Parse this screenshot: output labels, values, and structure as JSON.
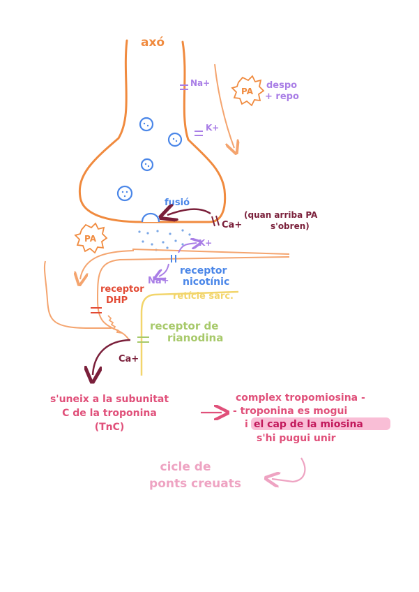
{
  "labels": {
    "axo": "axó",
    "na_channel": "Na+",
    "pa_axon": "PA",
    "despo_line1": "despo",
    "despo_line2": "+ repo",
    "k_channel": "K+",
    "fusio": "fusió",
    "ca_channel": "Ca+",
    "ca_note_line1": "(quan arriba PA",
    "ca_note_line2": "s'obren)",
    "pa_muscle": "PA",
    "k_out": "K+",
    "na_in": "Na+",
    "receptor_nic_line1": "receptor",
    "receptor_nic_line2": "nicotínic",
    "reticle": "retícle sarc.",
    "receptor_dhp_line1": "receptor",
    "receptor_dhp_line2": "DHP",
    "receptor_rya_line1": "receptor de",
    "receptor_rya_line2": "rianodina",
    "ca_release": "Ca+",
    "step1_line1": "s'uneix a la subunitat",
    "step1_line2": "C de la troponina",
    "step1_line3": "(TnC)",
    "step2_line1": "complex tropomiosina -",
    "step2_line2": "- troponina es mogui",
    "step2_line3_pre": "i",
    "step2_line3_hl": "el cap de la miosina",
    "step2_line4": "s'hi pugui unir",
    "step3_line1": "cicle de",
    "step3_line2": "ponts creuats"
  },
  "colors": {
    "orange": "#f08a3e",
    "orange_light": "#f4a46e",
    "purple": "#a97ee6",
    "blue": "#4a86e8",
    "blue_light": "#7ba7e6",
    "maroon": "#7a1f3a",
    "red": "#e24a34",
    "yellow": "#f2d56b",
    "green": "#a7c96a",
    "pink": "#e0507a",
    "pink_light": "#eea3c2",
    "highlight": "#f7a3c4"
  }
}
